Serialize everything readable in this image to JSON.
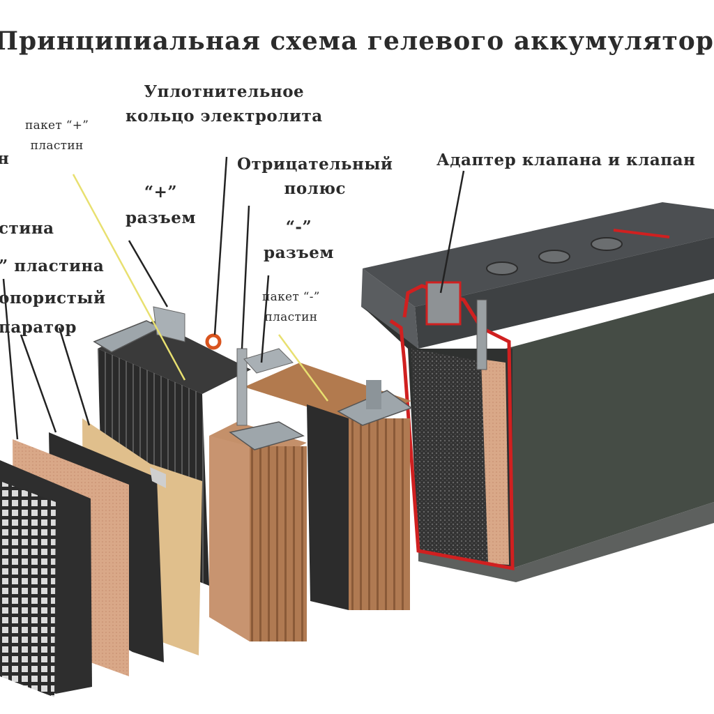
{
  "title": "Принципиальная схема гелевого аккумулятора",
  "labels": {
    "seal_ring": [
      "Уплотнительное",
      "кольцо электролита"
    ],
    "pos_pack": [
      "пакет “+”",
      "пластин"
    ],
    "neg_pole": [
      "Отрицательный",
      "полюс"
    ],
    "valve_adapter": "Адаптер клапана и клапан",
    "pos_connector": [
      "“+”",
      "разъем"
    ],
    "neg_connector": [
      "“-”",
      "разъем"
    ],
    "neg_pack": [
      "пакет “-”",
      "пластин"
    ],
    "left_cut_1": "н",
    "left_cut_2": "стина",
    "left_cut_3": "” пластина",
    "left_cut_4": "опористый",
    "left_cut_5": "паратор"
  },
  "colors": {
    "case_top": "#4a4d50",
    "case_side": "#3a3d3c",
    "case_front": "#444a44",
    "plate_wood": "#b9825a",
    "separator": "#e2c08e",
    "grid": "#3a3a3a",
    "seal": "#d02020",
    "ring": "#d9541e",
    "leader_yellow": "#e8e070",
    "leader_dark": "#222222"
  }
}
